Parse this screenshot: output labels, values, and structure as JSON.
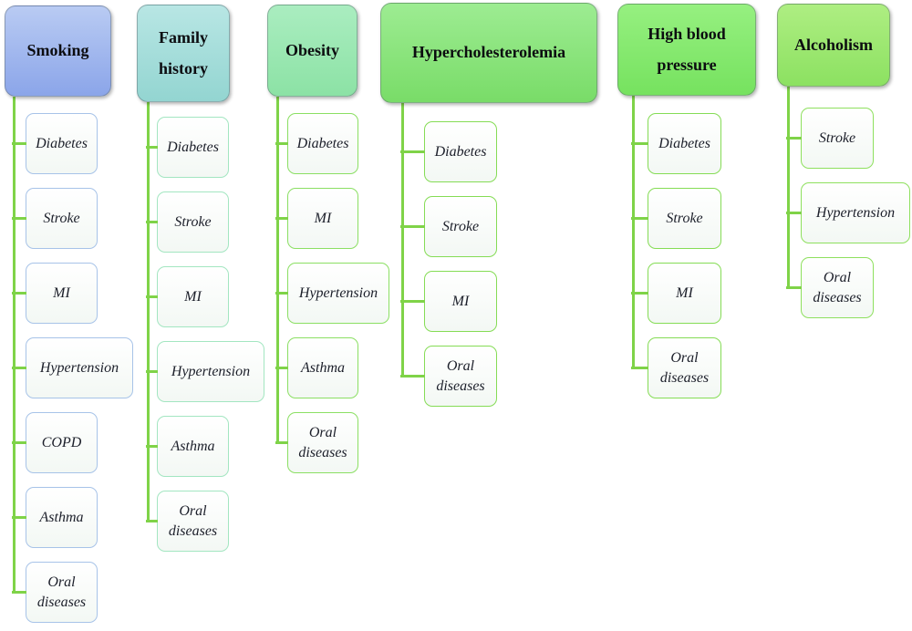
{
  "diagram": {
    "type": "hierarchy-tree",
    "description": "Risk factors linked to disease outcomes",
    "connector_color": "#7fd348",
    "columns": [
      {
        "label": "Smoking",
        "header_color_top": "#b9cbf3",
        "header_color_bottom": "#8ba5e9",
        "child_border_color": "#a7c3e8",
        "children": [
          "Diabetes",
          "Stroke",
          "MI",
          "Hypertension",
          "COPD",
          "Asthma",
          "Oral diseases"
        ]
      },
      {
        "label": "Family history",
        "header_color_top": "#b8e6e4",
        "header_color_bottom": "#93d5d1",
        "child_border_color": "#a3e6c1",
        "children": [
          "Diabetes",
          "Stroke",
          "MI",
          "Hypertension",
          "Asthma",
          "Oral diseases"
        ]
      },
      {
        "label": "Obesity",
        "header_color_top": "#aaedc0",
        "header_color_bottom": "#8ce2a5",
        "child_border_color": "#8bdf63",
        "children": [
          "Diabetes",
          "MI",
          "Hypertension",
          "Asthma",
          "Oral diseases"
        ]
      },
      {
        "label": "Hypercholesterolemia",
        "header_color_top": "#9dec92",
        "header_color_bottom": "#79dc68",
        "child_border_color": "#85dc55",
        "children": [
          "Diabetes",
          "Stroke",
          "MI",
          "Oral diseases"
        ]
      },
      {
        "label": "High blood pressure",
        "header_color_top": "#96f080",
        "header_color_bottom": "#76e25f",
        "child_border_color": "#85dc55",
        "children": [
          "Diabetes",
          "Stroke",
          "MI",
          "Oral diseases"
        ]
      },
      {
        "label": "Alcoholism",
        "header_color_top": "#aeee82",
        "header_color_bottom": "#8ce161",
        "child_border_color": "#8ee05e",
        "children": [
          "Stroke",
          "Hypertension",
          "Oral diseases"
        ]
      }
    ]
  }
}
